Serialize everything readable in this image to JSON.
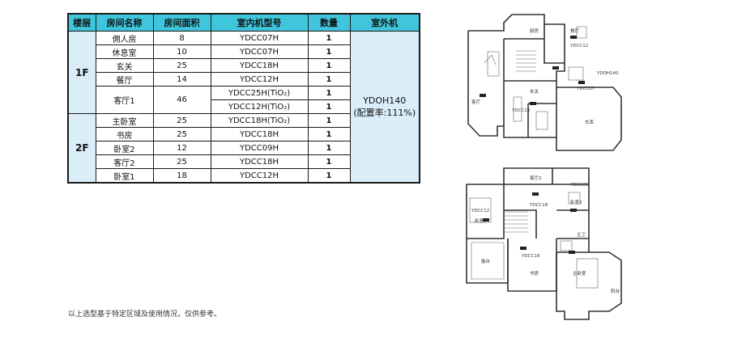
{
  "table": {
    "headers": [
      "楼层",
      "房间名称",
      "房间面积",
      "室内机型号",
      "数量",
      "室外机"
    ],
    "floors": [
      "1F",
      "2F"
    ],
    "rows": [
      {
        "name": "佣人房",
        "area": "8",
        "model": "YDCC07H",
        "qty": "1"
      },
      {
        "name": "休息室",
        "area": "10",
        "model": "YDCC07H",
        "qty": "1"
      },
      {
        "name": "玄关",
        "area": "25",
        "model": "YDCC18H",
        "qty": "1"
      },
      {
        "name": "餐厅",
        "area": "14",
        "model": "YDCC12H",
        "qty": "1"
      },
      {
        "name": "客厅1",
        "area": "46",
        "model": "YDCC25H(TiO₂)",
        "qty": "1"
      },
      {
        "name": "",
        "area": "",
        "model": "YDCC12H(TiO₂)",
        "qty": "1"
      },
      {
        "name": "主卧室",
        "area": "25",
        "model": "YDCC18H(TiO₂)",
        "qty": "1"
      },
      {
        "name": "书房",
        "area": "25",
        "model": "YDCC18H",
        "qty": "1"
      },
      {
        "name": "卧室2",
        "area": "12",
        "model": "YDCC09H",
        "qty": "1"
      },
      {
        "name": "客厅2",
        "area": "25",
        "model": "YDCC18H",
        "qty": "1"
      },
      {
        "name": "卧室1",
        "area": "18",
        "model": "YDCC12H",
        "qty": "1"
      }
    ],
    "outdoor_unit": "YDOH140",
    "outdoor_ratio": "(配置率:111%)"
  },
  "note": "以上选型基于特定区域及使用情况，仅供参考。",
  "plan_1f": {
    "labels": [
      "厨房",
      "餐厅",
      "玄关",
      "客厅",
      "车库",
      "YDCC12",
      "YDCC07",
      "YDCC18",
      "YDOH140"
    ]
  },
  "plan_2f": {
    "labels": [
      "客厅2",
      "卧室2",
      "卧室1",
      "主卫",
      "主卧室",
      "书房",
      "露台",
      "阳台",
      "YDCC09",
      "YDCC18",
      "YDCC12",
      "YDCC18"
    ]
  }
}
